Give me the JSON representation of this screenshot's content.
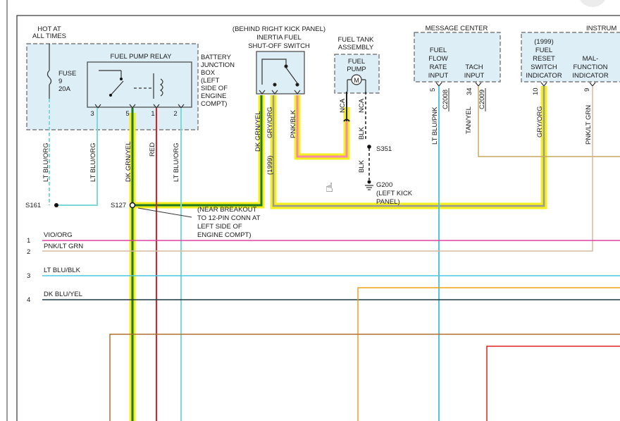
{
  "labels": {
    "hot_at_all_times_1": "HOT AT",
    "hot_at_all_times_2": "ALL TIMES",
    "fuel_pump_relay": "FUEL PUMP RELAY",
    "fuse": "FUSE",
    "fuse_num": "9",
    "fuse_amp": "20A",
    "bjb_1": "BATTERY",
    "bjb_2": "JUNCTION",
    "bjb_3": "BOX",
    "bjb_4": "(LEFT",
    "bjb_5": "SIDE OF",
    "bjb_6": "ENGINE",
    "bjb_7": "COMPT)",
    "kick_panel": "(BEHIND RIGHT KICK PANEL)",
    "inertia_1": "INERTIA FUEL",
    "inertia_2": "SHUT-OFF SWITCH",
    "tank_1": "FUEL TANK",
    "tank_2": "ASSEMBLY",
    "pump_1": "FUEL",
    "pump_2": "PUMP",
    "motor": "M",
    "message_center": "MESSAGE CENTER",
    "ffr_1": "FUEL",
    "ffr_2": "FLOW",
    "ffr_3": "RATE",
    "ffr_4": "INPUT",
    "tach_1": "TACH",
    "tach_2": "INPUT",
    "instrument": "INSTRUM",
    "reset_1": "(1999)",
    "reset_2": "FUEL",
    "reset_3": "RESET",
    "reset_4": "SWITCH",
    "reset_5": "INDICATOR",
    "mal_1": "MAL-",
    "mal_2": "FUNCTION",
    "mal_3": "INDICATOR",
    "pin_3": "3",
    "pin_5": "5",
    "pin_1": "1",
    "pin_2": "2",
    "mc_pin_5": "5",
    "mc_pin_34": "34",
    "ic_pin_10": "10",
    "ic_pin_9": "9",
    "c2008": "C2008",
    "c2009": "C2009",
    "w_lt_blu_org_a": "LT BLU/ORG",
    "w_lt_blu_org_b": "LT BLU/ORG",
    "w_dk_grn_yel_a": "DK GRN/YEL",
    "w_red": "RED",
    "w_lt_blu_org_c": "LT BLU/ORG",
    "w_dk_grn_yel_b": "DK GRN/YEL",
    "w_gry_org_a": "GRY/ORG",
    "w_1999": "(1999)",
    "w_pnk_blk": "PNK/BLK",
    "w_nca_a": "NCA",
    "w_nca_b": "NCA",
    "w_blk_a": "BLK",
    "w_blk_b": "BLK",
    "w_lt_blu_pnk": "LT BLU/PNK",
    "w_tan_yel": "TAN/YEL",
    "w_gry_org_b": "GRY/ORG",
    "w_pnk_lt_grn": "PNK/LT GRN",
    "s161": "S161",
    "s127": "S127",
    "s351": "S351",
    "g200": "G200",
    "g200_1": "(LEFT KICK",
    "g200_2": "PANEL)",
    "near_1": "(NEAR BREAKOUT",
    "near_2": "TO 12-PIN CONN AT",
    "near_3": "LEFT SIDE OF",
    "near_4": "ENGINE COMPT)",
    "bus_1_num": "1",
    "bus_1_name": "VIO/ORG",
    "bus_2_num": "2",
    "bus_2_name": "PNK/LT GRN",
    "bus_3_num": "3",
    "bus_3_name": "LT BLU/BLK",
    "bus_4_num": "4",
    "bus_4_name": "DK BLU/YEL"
  },
  "colors": {
    "highlight": "#f5ef1f",
    "dk_grn_yel": "#1f7a1f",
    "red": "#e02020",
    "lt_blu_org": "#7fd8d8",
    "gry_org": "#9a9a9a",
    "pnk_blk": "#f48aa8",
    "vio_org": "#e040a0",
    "pnk_lt_grn": "#d8b8a0",
    "lt_blu_blk": "#4cc8e0",
    "dk_blu_yel": "#1a3a40",
    "tan_yel": "#c8a860",
    "orange": "#f0a020",
    "brown": "#b07030"
  },
  "icons": [
    "close-icon",
    "hand-cursor-icon",
    "fuse-icon",
    "relay-coil-icon",
    "switch-icon",
    "motor-icon",
    "ground-icon"
  ]
}
